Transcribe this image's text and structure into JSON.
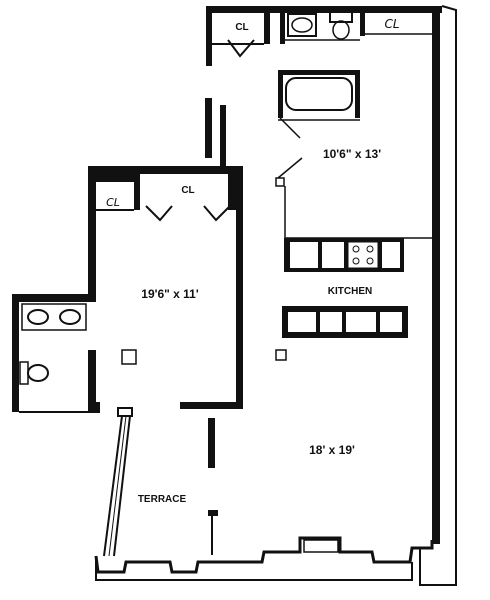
{
  "rooms": {
    "closet_top_left": "CL",
    "closet_top_right": "CL",
    "bath_dimensions": "10'6\" x 13'",
    "closet_bedroom_left": "CL",
    "closet_bedroom_right": "CL",
    "bedroom_dimensions": "19'6\" x 11'",
    "kitchen": "KITCHEN",
    "living_dimensions": "18' x 19'",
    "terrace": "TERRACE"
  },
  "colors": {
    "wall": "#111111",
    "background": "#ffffff"
  }
}
